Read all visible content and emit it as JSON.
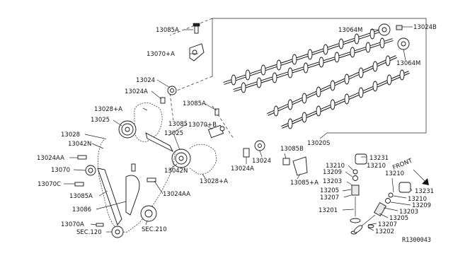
{
  "colors": {
    "line": "#222222",
    "background": "#ffffff"
  },
  "labels": {
    "p13085A": "13085A",
    "p13070A_top": "13070+A",
    "p13024_left": "13024",
    "p13024A_left": "13024A",
    "p13028A_upper": "13028+A",
    "p13025_upper": "13025",
    "p13085A_mid": "13085A",
    "p13085": "13085",
    "p13070B": "13070+B",
    "p13025_lower": "13025",
    "p13028": "13028",
    "p13042N_upper": "13042N",
    "p13024AA_upper": "13024AA",
    "p13070": "13070",
    "p13070C": "13070C",
    "p13085A_lower": "13085A",
    "p13086": "13086",
    "p13070A_lower": "13070A",
    "sec120": "SEC.120",
    "sec210": "SEC.210",
    "p13042N_lower": "13042N",
    "p13024AA_lower": "13024AA",
    "p13028A_lower": "13028+A",
    "p13024A_bottom": "13024A",
    "p13024_bottom": "13024",
    "p13085B": "13085B",
    "p13085A_plus": "13085+A",
    "p13020S": "13020S",
    "p13064M_upper": "13064M",
    "p13024B": "13024B",
    "p13064M_lower": "13064M",
    "front": "FRONT",
    "p13231_upper": "13231",
    "p13210_upper": "13210",
    "p13209_upper": "13209",
    "p13203_upper": "13203",
    "p13210_left": "13210",
    "p13205_upper": "13205",
    "p13207_upper": "13207",
    "p13201": "13201",
    "p13210_right": "13210",
    "p13231_right": "13231",
    "p13210_right2": "13210",
    "p13209_right": "13209",
    "p13203_right": "13203",
    "p13205_right": "13205",
    "p13207_right": "13207",
    "p13202": "13202",
    "ref_code": "R1300043"
  }
}
